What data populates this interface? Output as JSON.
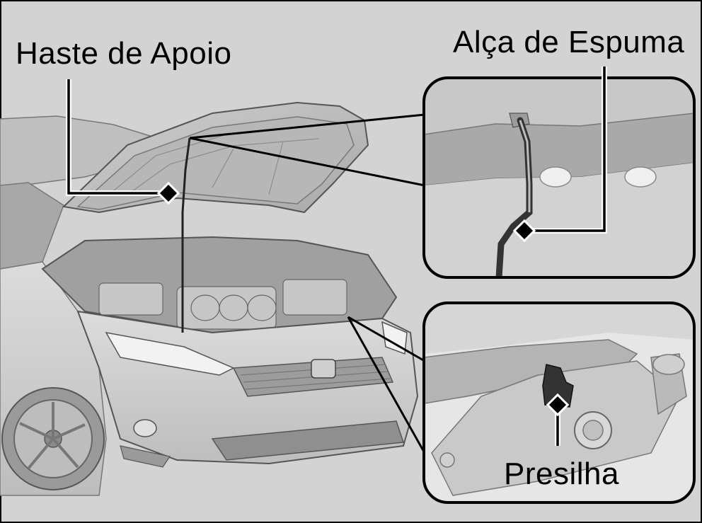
{
  "callouts": {
    "prop_rod": "Haste de Apoio",
    "foam_grip": "Alça de Espuma",
    "clip": "Presilha"
  },
  "colors": {
    "background": "#d3d3d3",
    "inset_border": "#000000",
    "inset_fill": "#e6e6e6",
    "car_body": "#cfcfcf",
    "line": "#000000"
  }
}
